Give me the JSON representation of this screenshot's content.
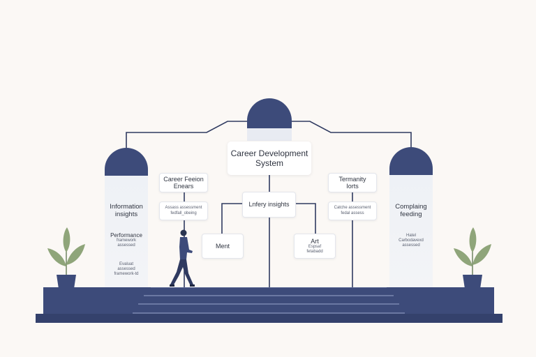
{
  "diagram": {
    "root": {
      "title_line1": "Career Development",
      "title_line2": "System"
    },
    "left_pillar": {
      "title_line1": "Information",
      "title_line2": "insights",
      "sub1_line1": "Performance",
      "sub1_line2": "framework",
      "sub1_line3": "assessed",
      "sub2_line1": "Evaluat",
      "sub2_line2": "assessed",
      "sub2_line3": "framework-td"
    },
    "right_pillar": {
      "title_line1": "Complaing",
      "title_line2": "feeding",
      "sub_line1": "Hatel",
      "sub_line2": "Carbodavexd",
      "sub_line3": "assessed"
    },
    "nodes": {
      "career_feedback": {
        "line1": "Career Feeion",
        "line2": "Enears"
      },
      "career_feedback_sub": {
        "line1": "Assass assessment",
        "line2": "fedfall_obeing"
      },
      "industry_insights": {
        "line1": "Lnfery insights"
      },
      "ment": {
        "line1": "Ment"
      },
      "art": {
        "line1": "Art",
        "line2": "Espsaf",
        "line3": "fetabadd"
      },
      "terminity": {
        "line1": "Termanity",
        "line2": "Iorts"
      },
      "catch_sub": {
        "line1": "Catche assessment",
        "line2": "fedal assess"
      }
    }
  },
  "colors": {
    "navy": "#3d4b7a",
    "background": "#fbf8f5",
    "line": "#2f3a60",
    "leaf": "#8fa57a",
    "pot": "#3d4b7a"
  },
  "icons": {
    "person": "person-walking-icon",
    "plant_left": "potted-plant-icon",
    "plant_right": "potted-plant-icon"
  }
}
